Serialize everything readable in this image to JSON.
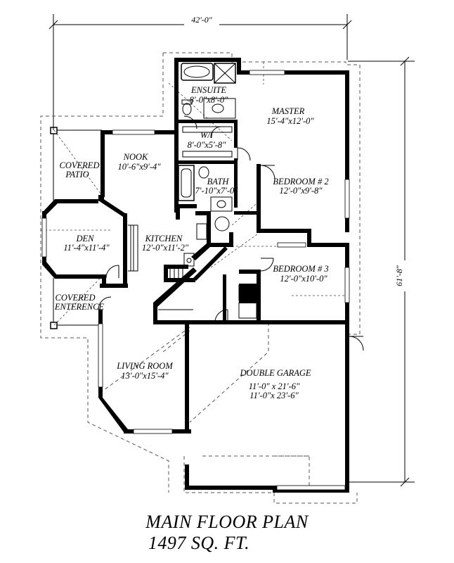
{
  "overall_width": "42'-0\"",
  "overall_depth": "61'-8\"",
  "rooms": {
    "ensuite": {
      "name": "ENSUITE",
      "size": "8'-0\"x8'-0\""
    },
    "master": {
      "name": "MASTER",
      "size": "15'-4\"x12'-0\""
    },
    "walkin": {
      "name": "W/I",
      "size": "8'-0\"x5'-8\""
    },
    "nook": {
      "name": "NOOK",
      "size": "10'-6\"x9'-4\""
    },
    "covered_patio": {
      "name1": "COVERED",
      "name2": "PATIO"
    },
    "bath": {
      "name": "BATH",
      "size": "7'-10\"x7'-0\""
    },
    "bedroom2": {
      "name": "BEDROOM # 2",
      "size": "12'-0\"x9'-8\""
    },
    "den": {
      "name": "DEN",
      "size": "11'-4\"x11'-4\""
    },
    "kitchen": {
      "name": "KITCHEN",
      "size": "12'-0\"x11'-2\""
    },
    "bedroom3": {
      "name": "BEDROOM # 3",
      "size": "12'-0\"x10'-0\""
    },
    "covered_entrance": {
      "name1": "COVERED",
      "name2": "ENTERENCE"
    },
    "living": {
      "name": "LIVING ROOM",
      "size": "13'-0\"x15'-4\""
    },
    "garage": {
      "name": "DOUBLE GARAGE",
      "size1": "11'-0\" x 21'-6\"",
      "size2": "11'-0\"x 23'-6\""
    }
  },
  "title": "MAIN FLOOR PLAN",
  "area": "1497 SQ. FT."
}
